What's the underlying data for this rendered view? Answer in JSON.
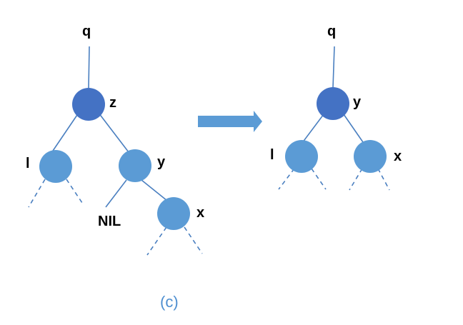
{
  "colors": {
    "edge": "#4a7fc0",
    "node_dark": "#4472c4",
    "node_light": "#5b9bd5",
    "arrow": "#5b9bd5",
    "caption": "#4e8fd0"
  },
  "before": {
    "labels": {
      "q": "q",
      "z": "z",
      "l": "l",
      "y": "y",
      "nil": "NIL",
      "x": "x"
    }
  },
  "after": {
    "labels": {
      "q": "q",
      "y": "y",
      "l": "l",
      "x": "x"
    }
  },
  "caption": "(c)"
}
